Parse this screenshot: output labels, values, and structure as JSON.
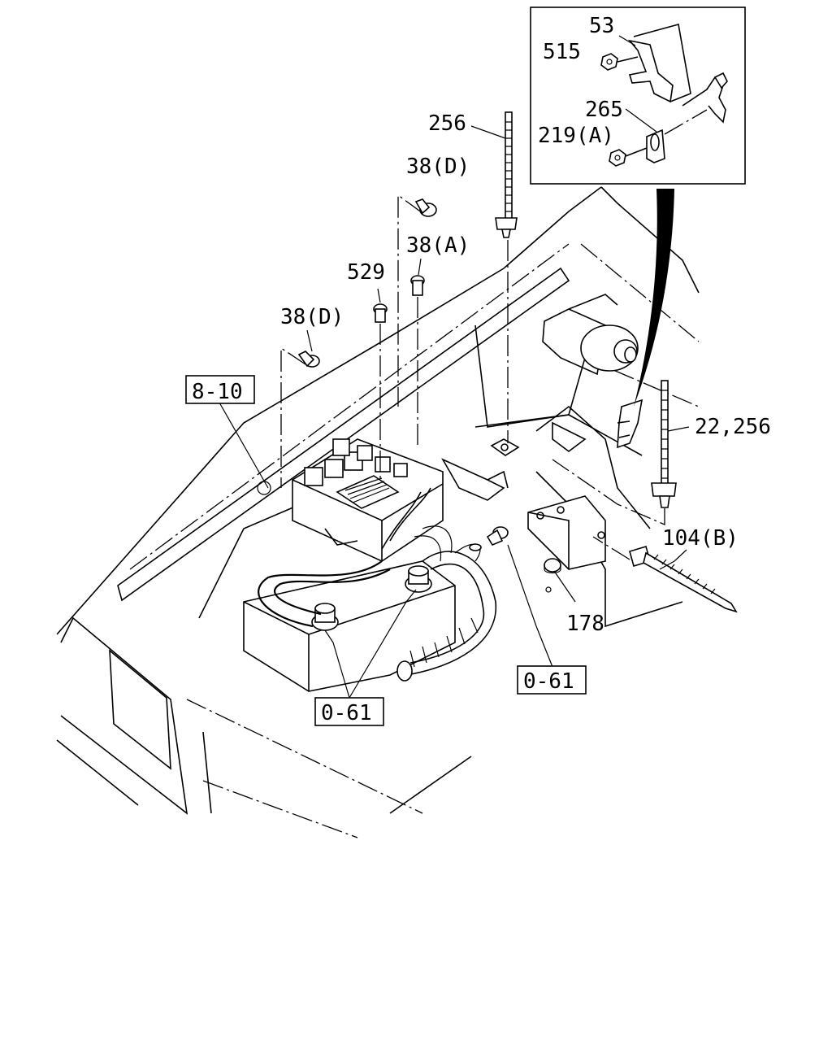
{
  "labels": {
    "p53": "53",
    "p515": "515",
    "p265": "265",
    "p219a": "219(A)",
    "p256": "256",
    "p38d_top": "38(D)",
    "p38a": "38(A)",
    "p529": "529",
    "p38d_left": "38(D)",
    "p22_256": "22,256",
    "p104b": "104(B)",
    "p178": "178"
  },
  "refs": {
    "r8_10": "8-10",
    "r0_61_right": "0-61",
    "r0_61_left": "0-61"
  }
}
